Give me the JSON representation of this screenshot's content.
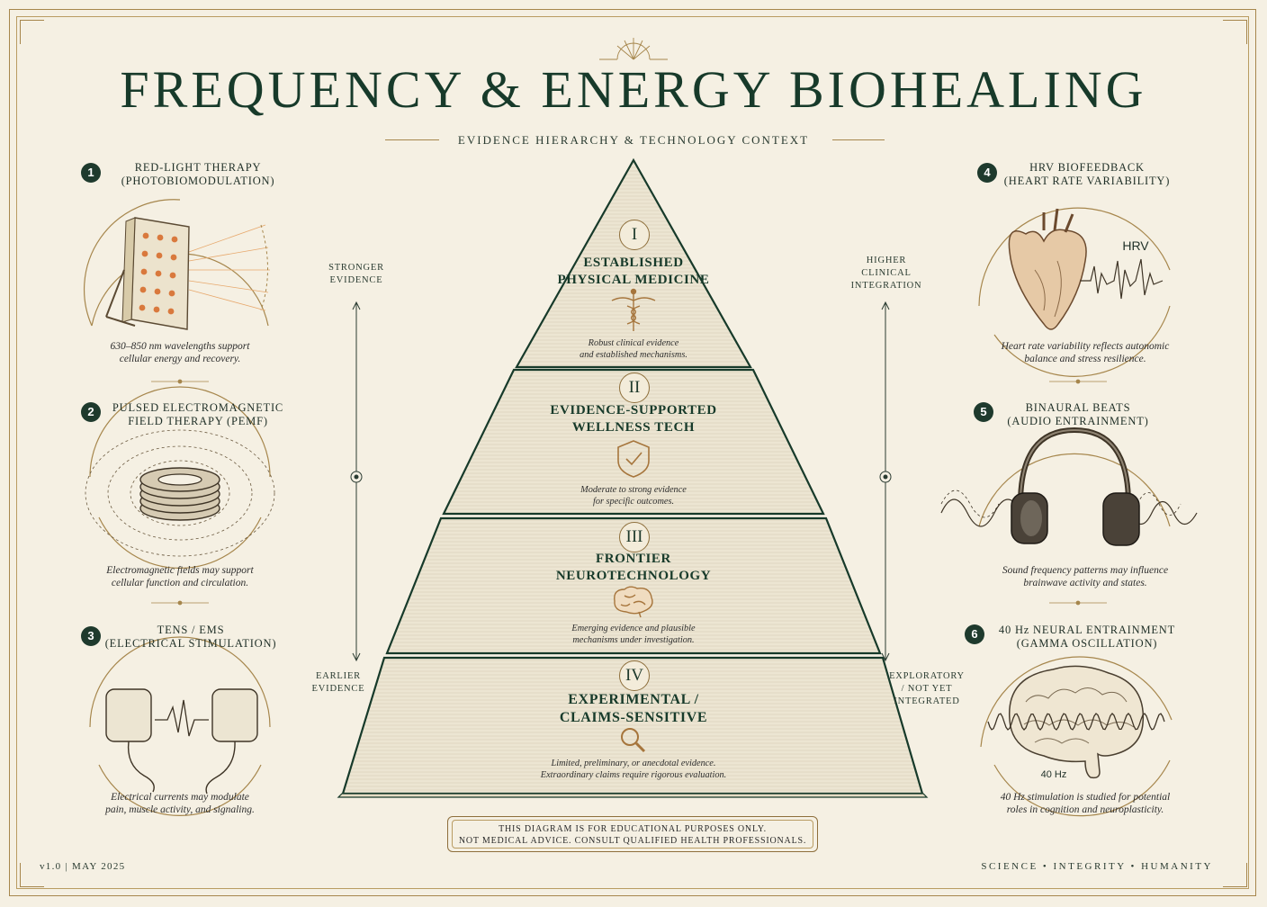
{
  "title": "FREQUENCY & ENERGY BIOHEALING",
  "subtitle": "EVIDENCE HIERARCHY & TECHNOLOGY CONTEXT",
  "left_axis": {
    "top": [
      "STRONGER",
      "EVIDENCE"
    ],
    "bottom": [
      "EARLIER",
      "EVIDENCE"
    ]
  },
  "right_axis": {
    "top": [
      "HIGHER",
      "CLINICAL",
      "INTEGRATION"
    ],
    "bottom": [
      "EXPLORATORY",
      "/ NOT YET",
      "INTEGRATED"
    ]
  },
  "tiers": [
    {
      "numeral": "I",
      "title": [
        "ESTABLISHED",
        "PHYSICAL MEDICINE"
      ],
      "desc": [
        "Robust clinical evidence",
        "and established mechanisms."
      ],
      "icon": "caduceus-icon"
    },
    {
      "numeral": "II",
      "title": [
        "EVIDENCE-SUPPORTED",
        "WELLNESS TECH"
      ],
      "desc": [
        "Moderate to strong evidence",
        "for specific outcomes."
      ],
      "icon": "shield-check-icon"
    },
    {
      "numeral": "III",
      "title": [
        "FRONTIER",
        "NEUROTECHNOLOGY"
      ],
      "desc": [
        "Emerging evidence and plausible",
        "mechanisms under investigation."
      ],
      "icon": "brain-icon"
    },
    {
      "numeral": "IV",
      "title": [
        "EXPERIMENTAL /",
        "CLAIMS-SENSITIVE"
      ],
      "desc": [
        "Limited, preliminary, or anecdotal evidence.",
        "Extraordinary claims require rigorous evaluation."
      ],
      "icon": "magnifier-icon"
    }
  ],
  "cards": [
    {
      "num": "1",
      "title": [
        "RED-LIGHT THERAPY",
        "(PHOTOBIOMODULATION)"
      ],
      "caption": [
        "630–850 nm wavelengths support",
        "cellular energy and recovery."
      ],
      "icon": "red-light-panel-icon"
    },
    {
      "num": "2",
      "title": [
        "PULSED ELECTROMAGNETIC",
        "FIELD THERAPY (PEMF)"
      ],
      "caption": [
        "Electromagnetic fields may support",
        "cellular function and circulation."
      ],
      "icon": "pemf-coil-icon"
    },
    {
      "num": "3",
      "title": [
        "TENS / EMS",
        "(ELECTRICAL STIMULATION)"
      ],
      "caption": [
        "Electrical currents may modulate",
        "pain, muscle activity, and signaling."
      ],
      "icon": "tens-electrodes-icon"
    },
    {
      "num": "4",
      "title": [
        "HRV BIOFEEDBACK",
        "(HEART RATE VARIABILITY)"
      ],
      "caption": [
        "Heart rate variability reflects autonomic",
        "balance and stress resilience."
      ],
      "icon": "heart-hrv-icon",
      "label": "HRV"
    },
    {
      "num": "5",
      "title": [
        "BINAURAL BEATS",
        "(AUDIO ENTRAINMENT)"
      ],
      "caption": [
        "Sound frequency patterns may influence",
        "brainwave activity and states."
      ],
      "icon": "headphones-icon"
    },
    {
      "num": "6",
      "title": [
        "40 Hz NEURAL ENTRAINMENT",
        "(GAMMA OSCILLATION)"
      ],
      "caption": [
        "40 Hz stimulation is studied for potential",
        "roles in cognition and neuroplasticity."
      ],
      "icon": "brain-wave-icon",
      "label": "40 Hz"
    }
  ],
  "disclaimer": [
    "THIS DIAGRAM IS FOR EDUCATIONAL PURPOSES ONLY.",
    "NOT MEDICAL ADVICE. CONSULT QUALIFIED HEALTH PROFESSIONALS."
  ],
  "footer": {
    "left": "v1.0  |  MAY 2025",
    "right": "SCIENCE  •  INTEGRITY  •  HUMANITY"
  },
  "colors": {
    "green": "#173a2a",
    "gold": "#a6864c",
    "copper": "#c9844a",
    "paper": "#f5f0e3"
  }
}
